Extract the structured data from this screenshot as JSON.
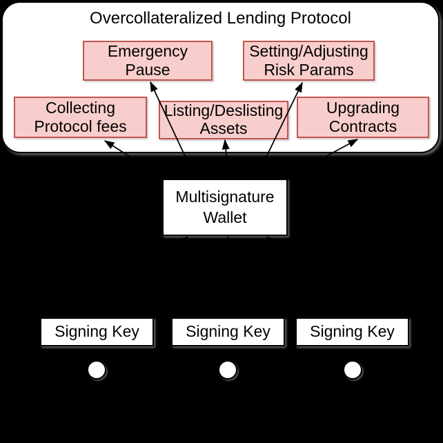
{
  "style": {
    "background": "#000000",
    "container_fill": "#ffffff",
    "container_stroke": "#000000",
    "function_box_fill": "#f8cecc",
    "function_box_stroke": "#c1544e",
    "white_box_fill": "#ffffff",
    "line_color": "#000000",
    "text_color": "#000000"
  },
  "protocol": {
    "title": "Overcollateralized Lending Protocol",
    "functions": [
      {
        "id": "emergency-pause",
        "label": "Emergency\nPause"
      },
      {
        "id": "risk-params",
        "label": "Setting/Adjusting\nRisk Params"
      },
      {
        "id": "collecting-fees",
        "label": "Collecting\nProtocol fees"
      },
      {
        "id": "listing-assets",
        "label": "Listing/Deslisting\nAssets"
      },
      {
        "id": "upgrading",
        "label": "Upgrading\nContracts"
      }
    ]
  },
  "wallet": {
    "label": "Multisignature\nWallet"
  },
  "signing_keys": [
    {
      "label": "Signing Key"
    },
    {
      "label": "Signing Key"
    },
    {
      "label": "Signing Key"
    }
  ],
  "connections": [
    {
      "from": "multisignature-wallet",
      "to": "collecting-fees"
    },
    {
      "from": "multisignature-wallet",
      "to": "emergency-pause"
    },
    {
      "from": "multisignature-wallet",
      "to": "listing-assets"
    },
    {
      "from": "multisignature-wallet",
      "to": "risk-params"
    },
    {
      "from": "multisignature-wallet",
      "to": "upgrading-contracts"
    },
    {
      "from": "signing-key-1",
      "to": "multisignature-wallet"
    },
    {
      "from": "signing-key-2",
      "to": "multisignature-wallet"
    },
    {
      "from": "signing-key-3",
      "to": "multisignature-wallet"
    }
  ]
}
